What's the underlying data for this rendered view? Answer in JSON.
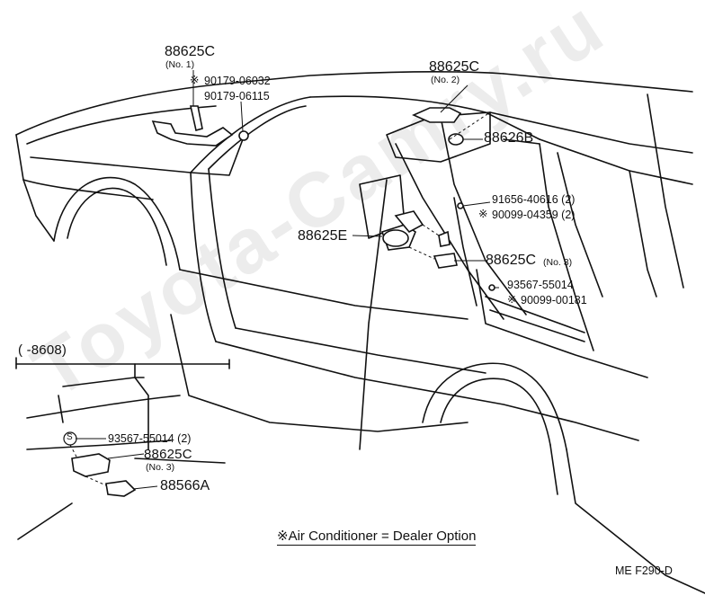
{
  "watermark": "Toyota-Camry.ru",
  "labels": {
    "c1_part": "88625C",
    "c1_sub": "(No. 1)",
    "c1_p1": "90179-06032",
    "c1_p2": "90179-06115",
    "c2_part": "88625C",
    "c2_sub": "(No. 2)",
    "p_88626b": "88626B",
    "p_91656": "91656-40616 (2)",
    "p_90099a": "90099-04359 (2)",
    "p_88625e": "88625E",
    "c3_part": "88625C",
    "c3_sub": "(No. 3)",
    "p_93567": "93567-55014",
    "p_90099b": "90099-00181",
    "range": "(        -8608)",
    "inset_93567": "93567-55014 (2)",
    "inset_c_part": "88625C",
    "inset_c_sub": "(No. 3)",
    "inset_88566": "88566A",
    "s_mark": "S",
    "note": "Air Conditioner = Dealer Option",
    "mark": "※",
    "code": "ME  F290-D"
  }
}
